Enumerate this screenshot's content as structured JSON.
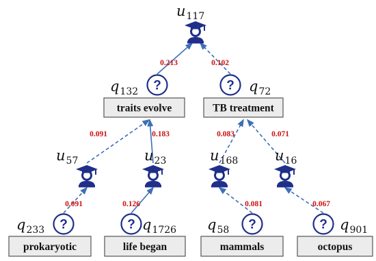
{
  "nodes": {
    "u117": {
      "base": "u",
      "sub": "117"
    },
    "q132": {
      "base": "q",
      "sub": "132"
    },
    "q72": {
      "base": "q",
      "sub": "72"
    },
    "u57": {
      "base": "u",
      "sub": "57"
    },
    "u23": {
      "base": "u",
      "sub": "23"
    },
    "u168": {
      "base": "u",
      "sub": "168"
    },
    "u16": {
      "base": "u",
      "sub": "16"
    },
    "q233": {
      "base": "q",
      "sub": "233"
    },
    "q1726": {
      "base": "q",
      "sub": "1726"
    },
    "q58": {
      "base": "q",
      "sub": "58"
    },
    "q901": {
      "base": "q",
      "sub": "901"
    }
  },
  "topics": {
    "q132": "traits evolve",
    "q72": "TB treatment",
    "q233": "prokaryotic",
    "q1726": "life began",
    "q58": "mammals",
    "q901": "octopus"
  },
  "question_mark": "?",
  "edges": [
    {
      "from": "q132",
      "to": "u117",
      "weight": "0.213",
      "style": "solid"
    },
    {
      "from": "q72",
      "to": "u117",
      "weight": "0.102",
      "style": "dashed"
    },
    {
      "from": "u57",
      "to": "q132",
      "weight": "0.091",
      "style": "dashed"
    },
    {
      "from": "u23",
      "to": "q132",
      "weight": "0.183",
      "style": "solid"
    },
    {
      "from": "u168",
      "to": "q72",
      "weight": "0.083",
      "style": "dashed"
    },
    {
      "from": "u16",
      "to": "q72",
      "weight": "0.071",
      "style": "dashed"
    },
    {
      "from": "q233",
      "to": "u57",
      "weight": "0.091",
      "style": "dashed"
    },
    {
      "from": "q1726",
      "to": "u23",
      "weight": "0.126",
      "style": "solid"
    },
    {
      "from": "q58",
      "to": "u168",
      "weight": "0.081",
      "style": "dashed"
    },
    {
      "from": "q901",
      "to": "u16",
      "weight": "0.067",
      "style": "dashed"
    }
  ],
  "colors": {
    "user_icon": "#1f2f8a",
    "question_icon": "#1f2f8a",
    "edge": "#3d6fb5",
    "weight": "#cc1111",
    "topic_box_fill": "#ececec"
  }
}
